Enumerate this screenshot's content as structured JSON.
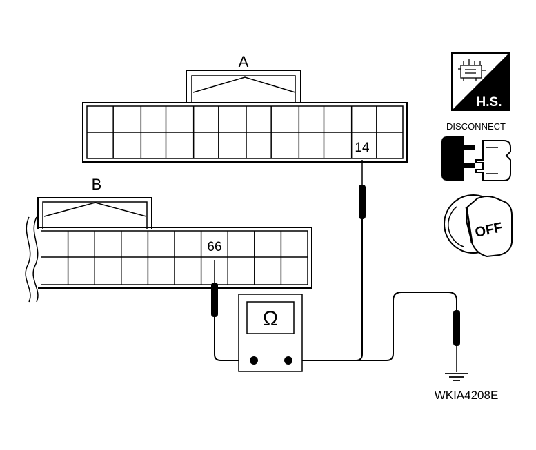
{
  "connector_a": {
    "label": "A",
    "pin_label": "14"
  },
  "connector_b": {
    "label": "B",
    "pin_label": "66"
  },
  "meter": {
    "symbol": "Ω"
  },
  "icons": {
    "hs": {
      "text": "H.S."
    },
    "disconnect": {
      "text": "DISCONNECT"
    },
    "ignition": {
      "text": "OFF"
    }
  },
  "figure_code": "WKIA4208E"
}
